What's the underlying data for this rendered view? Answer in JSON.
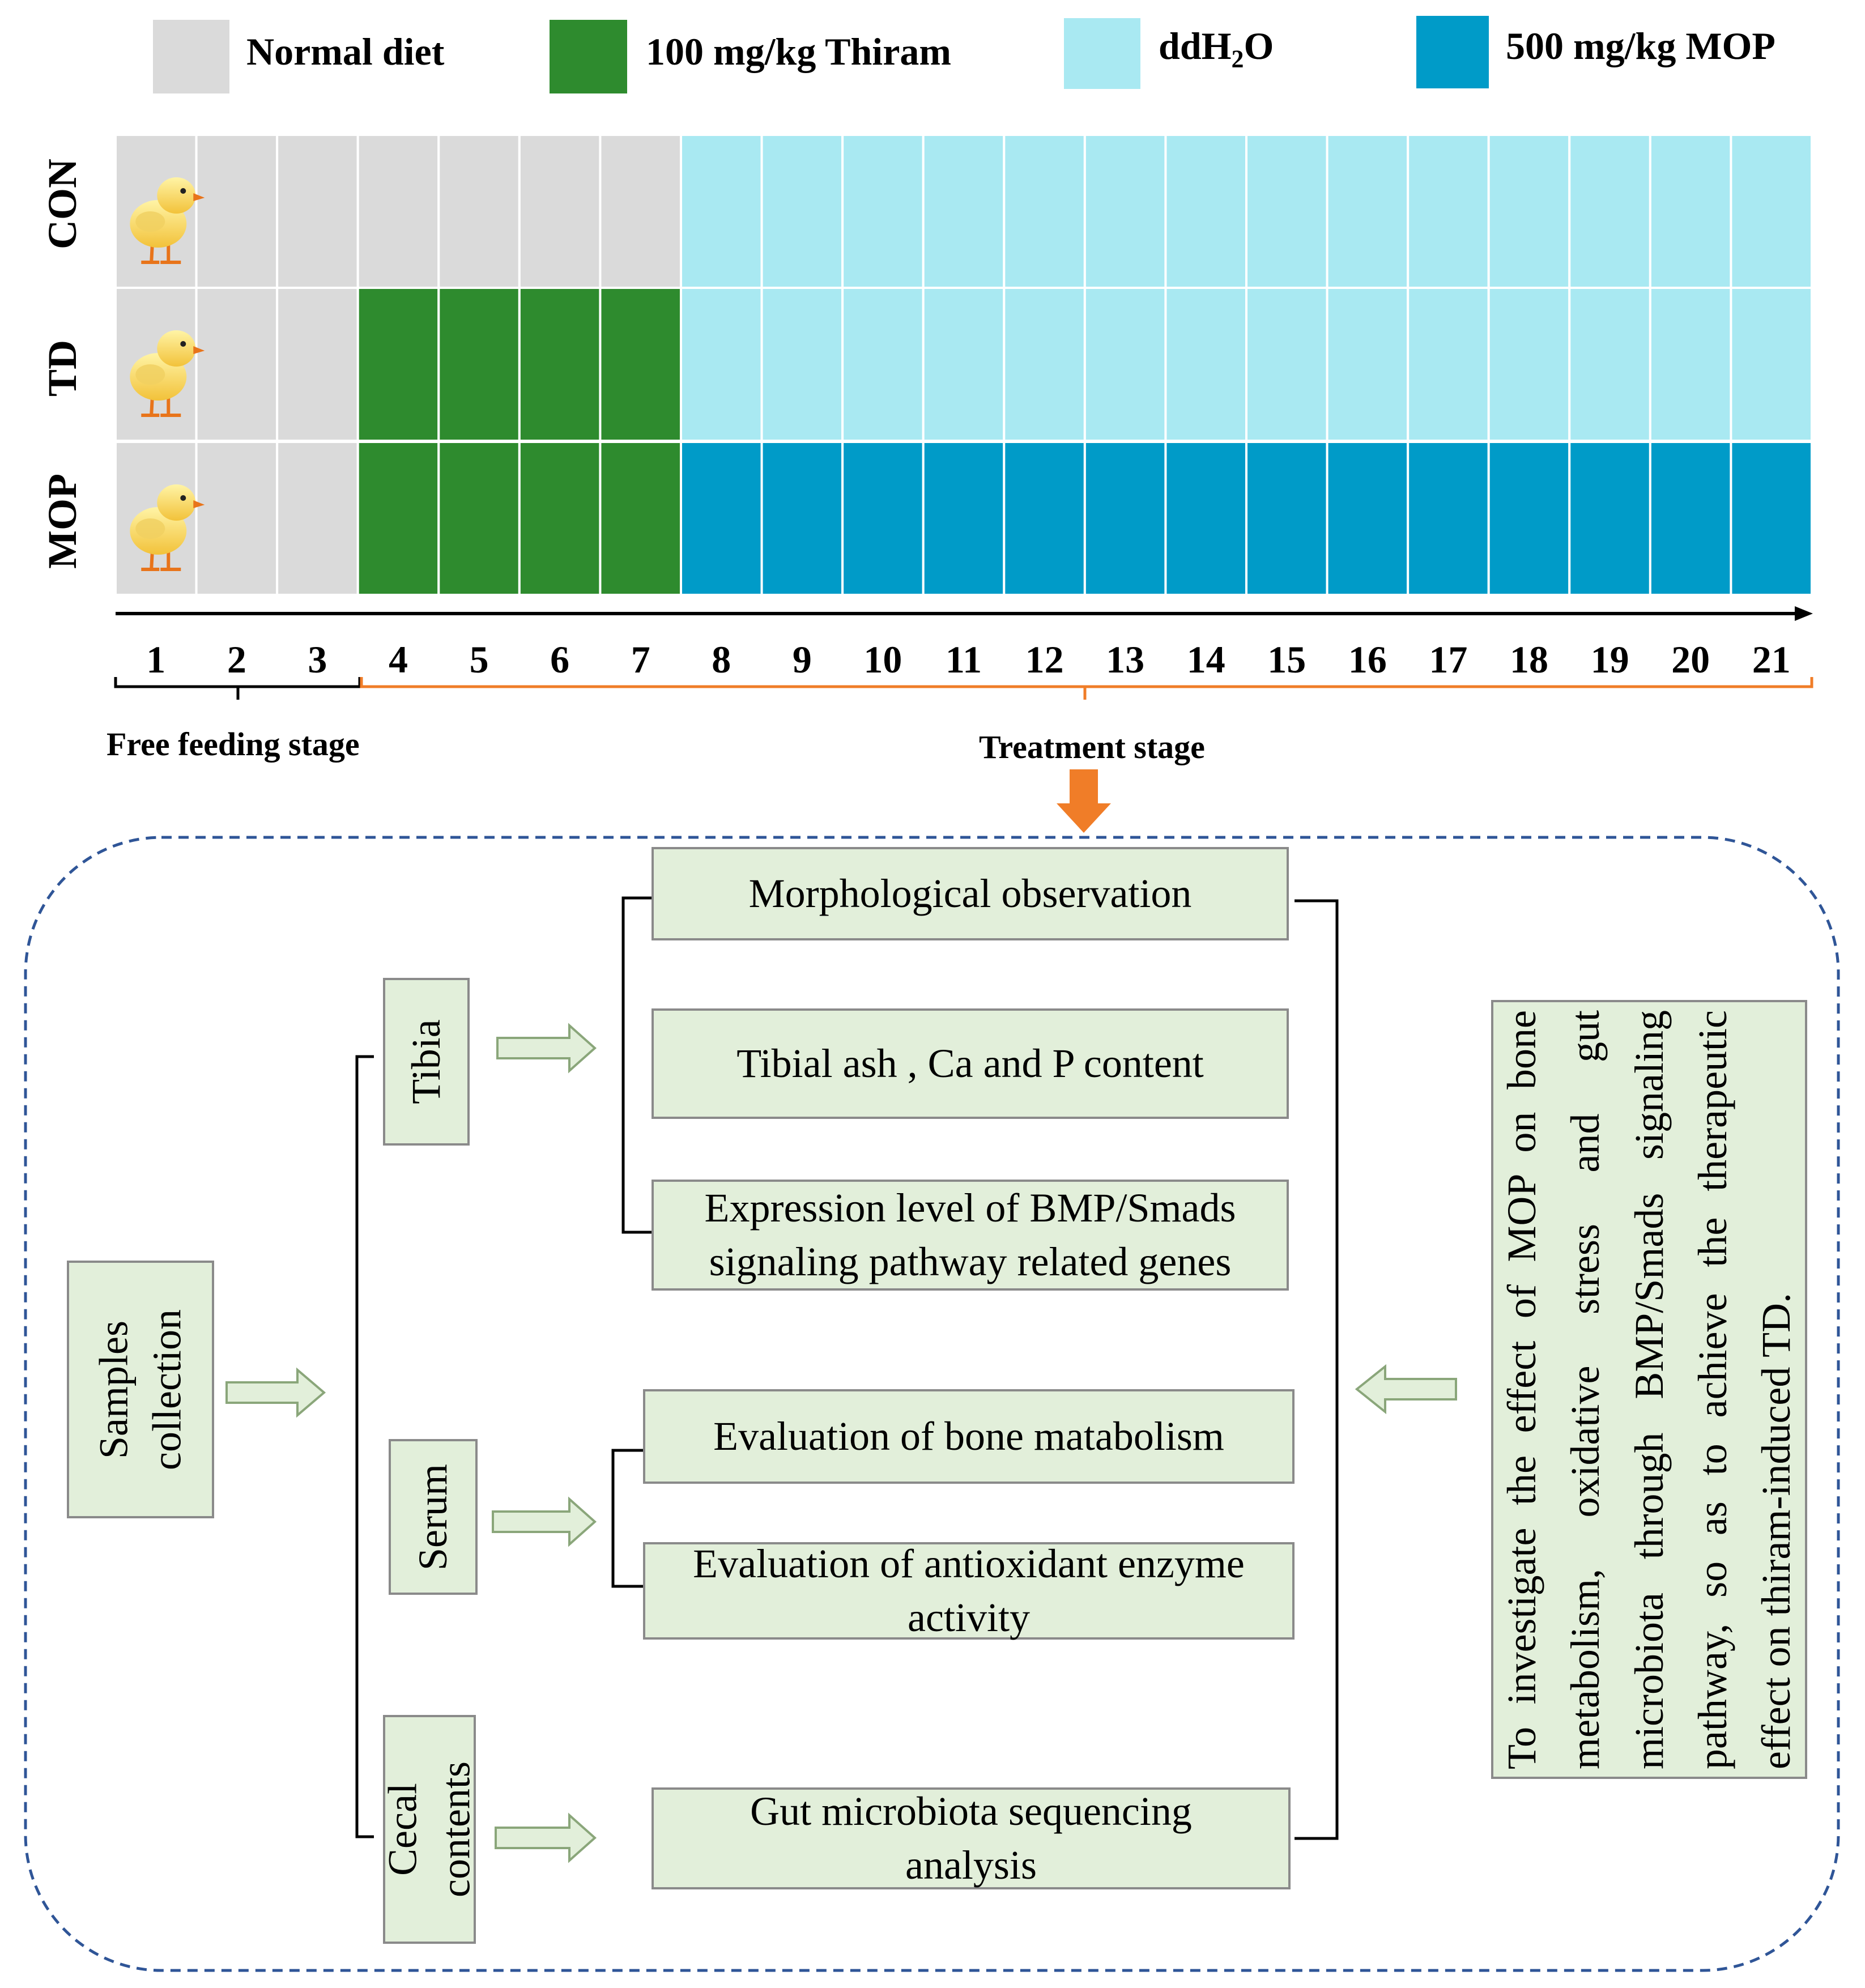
{
  "legend": [
    {
      "label": "Normal diet",
      "color": "#dadada"
    },
    {
      "label": "100 mg/kg Thiram",
      "color": "#2e8b2e"
    },
    {
      "label_main": "ddH",
      "label_sub": "2",
      "label_end": "O",
      "color": "#a9e9f2"
    },
    {
      "label": "500 mg/kg MOP",
      "color": "#009bc8"
    }
  ],
  "groups": [
    "CON",
    "TD",
    "MOP"
  ],
  "chick_icon": "chick-icon",
  "days": [
    "1",
    "2",
    "3",
    "4",
    "5",
    "6",
    "7",
    "8",
    "9",
    "10",
    "11",
    "12",
    "13",
    "14",
    "15",
    "16",
    "17",
    "18",
    "19",
    "20",
    "21"
  ],
  "schedule": {
    "CON": [
      "normal",
      "normal",
      "normal",
      "normal",
      "normal",
      "normal",
      "normal",
      "water",
      "water",
      "water",
      "water",
      "water",
      "water",
      "water",
      "water",
      "water",
      "water",
      "water",
      "water",
      "water",
      "water"
    ],
    "TD": [
      "normal",
      "normal",
      "normal",
      "thiram",
      "thiram",
      "thiram",
      "thiram",
      "water",
      "water",
      "water",
      "water",
      "water",
      "water",
      "water",
      "water",
      "water",
      "water",
      "water",
      "water",
      "water",
      "water"
    ],
    "MOP": [
      "normal",
      "normal",
      "normal",
      "thiram",
      "thiram",
      "thiram",
      "thiram",
      "mop",
      "mop",
      "mop",
      "mop",
      "mop",
      "mop",
      "mop",
      "mop",
      "mop",
      "mop",
      "mop",
      "mop",
      "mop",
      "mop"
    ]
  },
  "cell_colors": {
    "normal": "#dadada",
    "thiram": "#2e8b2e",
    "water": "#a9e9f2",
    "mop": "#009bc8"
  },
  "stages": {
    "free": "Free feeding stage",
    "treatment": "Treatment stage"
  },
  "flow": {
    "samples": {
      "line1": "Samples",
      "line2": "collection"
    },
    "tibia": "Tibia",
    "serum": "Serum",
    "cecal": {
      "line1": "Cecal",
      "line2": "contents"
    },
    "morph": "Morphological observation",
    "ash": "Tibial ash , Ca and P content",
    "expr": {
      "line1": "Expression level of BMP/Smads",
      "line2": "signaling pathway related genes"
    },
    "bone": "Evaluation of bone matabolism",
    "antiox": {
      "line1": "Evaluation of antioxidant enzyme",
      "line2": "activity"
    },
    "gut": {
      "line1": "Gut microbiota sequencing",
      "line2": "analysis"
    },
    "aim": "To investigate the effect of MOP on bone metabolism, oxidative stress and gut microbiota through BMP/Smads signaling pathway, so as to achieve the therapeutic effect on thiram-induced TD."
  }
}
